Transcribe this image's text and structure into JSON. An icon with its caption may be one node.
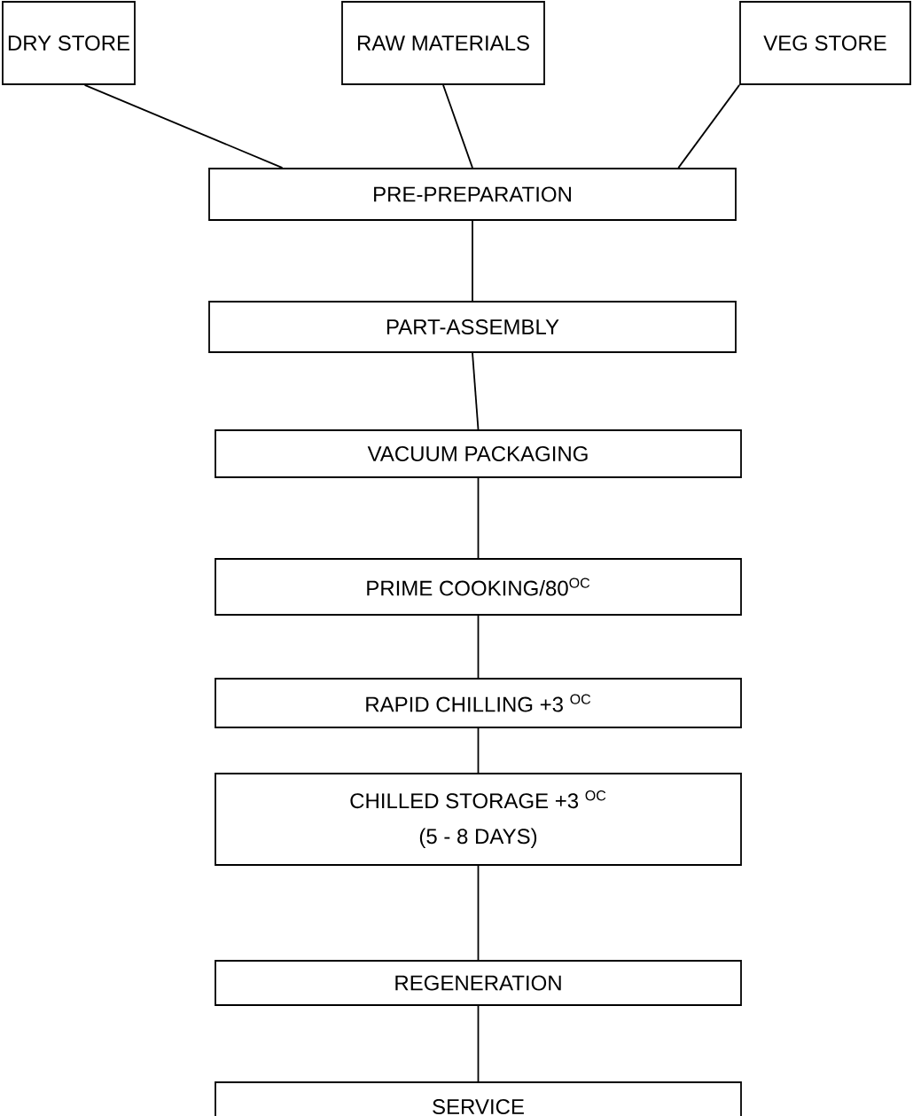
{
  "diagram": {
    "nodes": [
      {
        "text": [
          "DRY STORE"
        ]
      },
      {
        "text": [
          "RAW MATERIALS"
        ]
      },
      {
        "text": [
          "VEG STORE"
        ]
      },
      {
        "text": [
          "PRE-PREPARATION"
        ]
      },
      {
        "text": [
          "PART-ASSEMBLY"
        ]
      },
      {
        "text": [
          "VACUUM PACKAGING"
        ]
      },
      {
        "text": [
          "PRIME COOKING/80$^{OC}$"
        ]
      },
      {
        "text": [
          "RAPID CHILLING +3 $^{OC}$"
        ]
      },
      {
        "text": [
          "CHILLED STORAGE +3 $^{OC}$",
          "(5 - 8 DAYS)"
        ]
      },
      {
        "text": [
          "REGENERATION"
        ]
      },
      {
        "text": [
          "SERVICE"
        ]
      }
    ],
    "edges": [
      {
        "from": 0,
        "to": 3,
        "arrow": "none"
      },
      {
        "from": 1,
        "to": 3,
        "arrow": "none"
      },
      {
        "from": 2,
        "to": 3,
        "arrow": "none"
      },
      {
        "from": 3,
        "to": 4,
        "arrow": "none"
      },
      {
        "from": 4,
        "to": 5,
        "arrow": "none"
      },
      {
        "from": 5,
        "to": 6,
        "arrow": "none"
      },
      {
        "from": 6,
        "to": 7,
        "arrow": "none"
      },
      {
        "from": 7,
        "to": 8,
        "arrow": "none"
      },
      {
        "from": 8,
        "to": 9,
        "arrow": "none"
      },
      {
        "from": 9,
        "to": 10,
        "arrow": "none"
      }
    ]
  }
}
